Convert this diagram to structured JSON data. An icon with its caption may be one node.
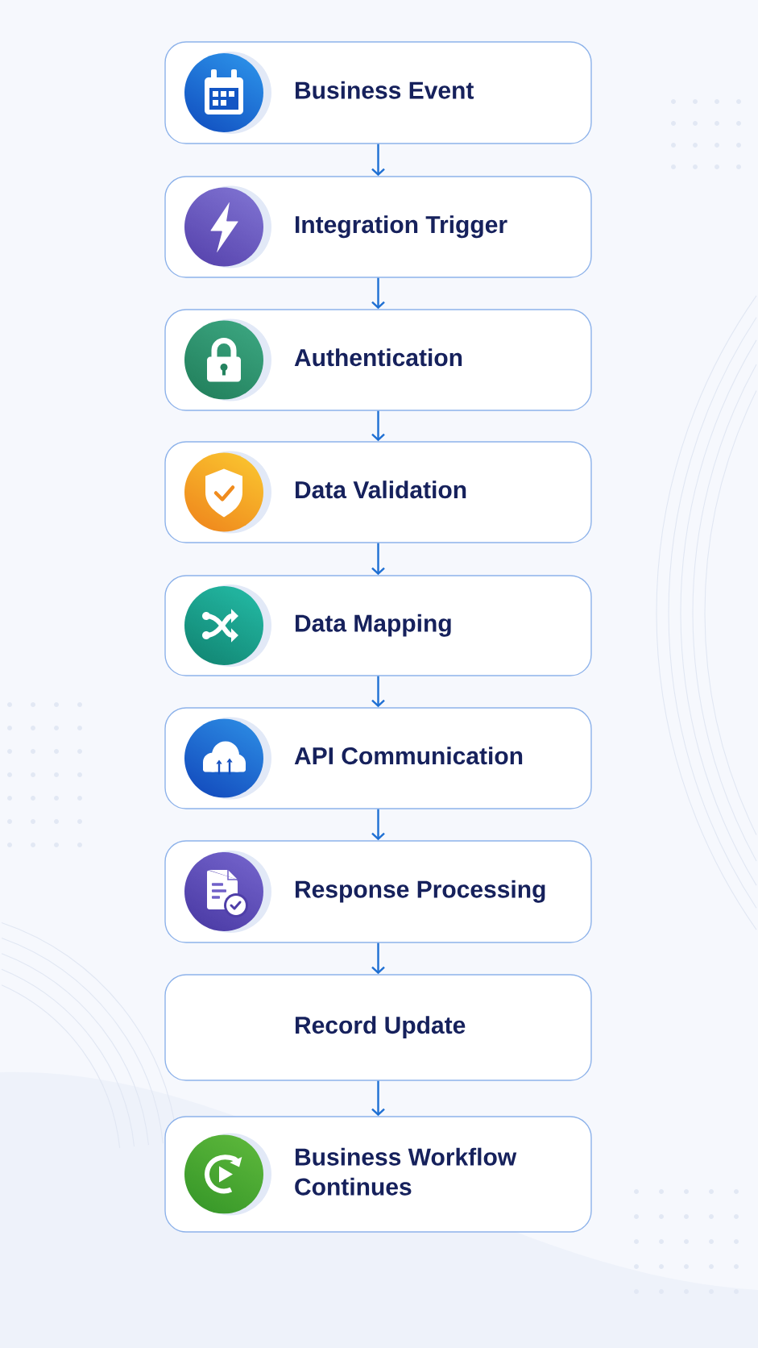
{
  "diagram": {
    "nodes": [
      {
        "text": [
          "Business Event"
        ]
      },
      {
        "text": [
          "Integration Trigger"
        ]
      },
      {
        "text": [
          "Authentication"
        ]
      },
      {
        "text": [
          "Data Validation"
        ]
      },
      {
        "text": [
          "Data Mapping"
        ]
      },
      {
        "text": [
          "API Communication"
        ]
      },
      {
        "text": [
          "Response Processing"
        ]
      },
      {
        "text": [
          "Record Update"
        ]
      },
      {
        "text": [
          "Business Workflow Continues"
        ]
      }
    ],
    "edges": [
      {
        "from": 0,
        "to": 1,
        "arrow": "to"
      },
      {
        "from": 1,
        "to": 2,
        "arrow": "to"
      },
      {
        "from": 2,
        "to": 3,
        "arrow": "to"
      },
      {
        "from": 3,
        "to": 4,
        "arrow": "to"
      },
      {
        "from": 4,
        "to": 5,
        "arrow": "to"
      },
      {
        "from": 5,
        "to": 6,
        "arrow": "to"
      },
      {
        "from": 6,
        "to": 7,
        "arrow": "to"
      },
      {
        "from": 7,
        "to": 8,
        "arrow": "to"
      }
    ]
  }
}
